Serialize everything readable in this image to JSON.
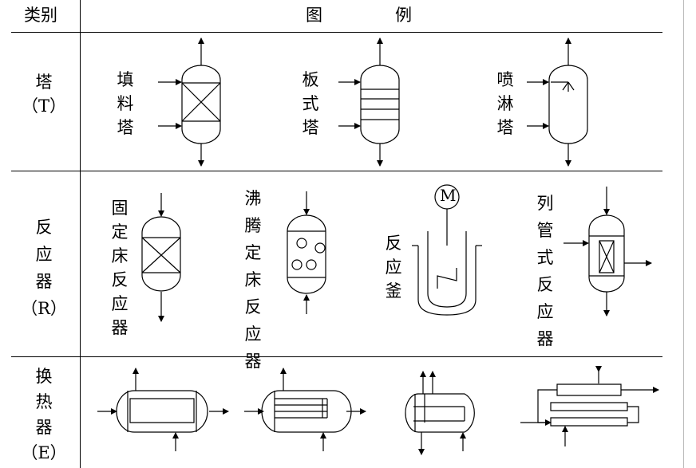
{
  "header": {
    "category": "类别",
    "legend_1": "图",
    "legend_2": "例"
  },
  "rows": [
    {
      "category_lines": [
        "塔",
        "（T）"
      ],
      "items": [
        {
          "label": "填料塔"
        },
        {
          "label": "板式塔"
        },
        {
          "label": "喷淋塔"
        }
      ]
    },
    {
      "category_lines": [
        "反",
        "应",
        "器",
        "（R）"
      ],
      "items": [
        {
          "label": "固定床反应器"
        },
        {
          "label": "沸腾定床反应器"
        },
        {
          "label": "反应釜",
          "motor": "M"
        },
        {
          "label": "列管式反应器"
        }
      ]
    },
    {
      "category_lines": [
        "换",
        "热",
        "器",
        "（E）"
      ],
      "items": []
    }
  ]
}
